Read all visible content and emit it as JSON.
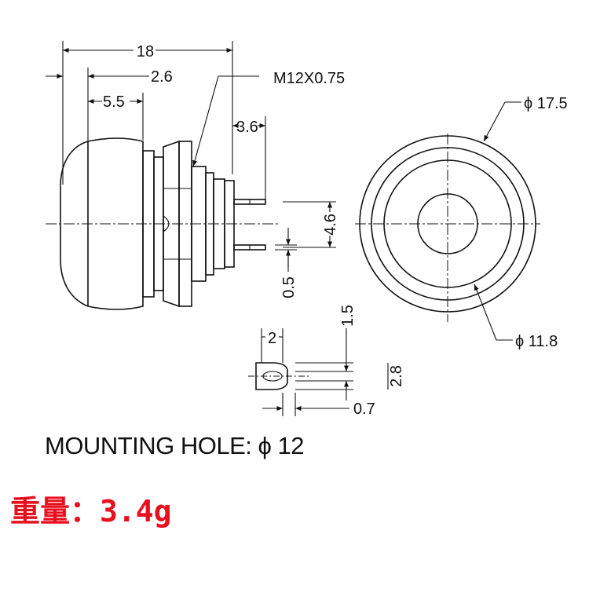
{
  "side_view": {
    "dim_total_length": "18",
    "dim_cap": "2.6",
    "dim_dome": "5.5",
    "thread_label": "M12X0.75",
    "dim_terminal_length": "3.6",
    "dim_terminal_spacing": "4.6",
    "dim_terminal_thickness": "0.5"
  },
  "front_view": {
    "outer_diameter": "ϕ 17.5",
    "inner_diameter": "ϕ 11.8"
  },
  "terminal_detail": {
    "dim_width": "2",
    "dim_hole": "1.5",
    "dim_height": "2.8",
    "dim_thickness": "0.7"
  },
  "mounting_hole": "MOUNTING HOLE: ϕ 12",
  "weight": "重量：3.4g"
}
